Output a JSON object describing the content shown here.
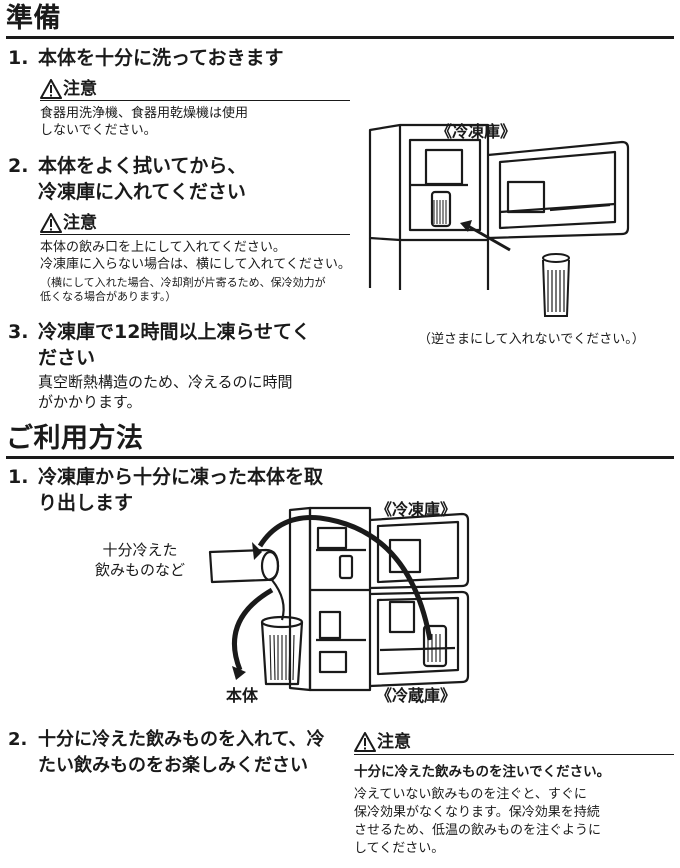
{
  "prep": {
    "title": "準備",
    "step1": {
      "num": "1.",
      "text": "本体を十分に洗っておきます"
    },
    "caution1": {
      "label": "注意",
      "lines": [
        "食器用洗浄機、食器用乾燥機は使用",
        "しないでください。"
      ]
    },
    "step2": {
      "num": "2.",
      "lines": [
        "本体をよく拭いてから、",
        "冷凍庫に入れてください"
      ]
    },
    "caution2": {
      "label": "注意",
      "lines": [
        "本体の飲み口を上にして入れてください。",
        "冷凍庫に入らない場合は、横にして入れてください。"
      ],
      "note": [
        "（横にして入れた場合、冷却剤が片寄るため、保冷効力が",
        "低くなる場合があります。）"
      ]
    },
    "step3": {
      "num": "3.",
      "lines": [
        "冷凍庫で12時間以上凍らせてく",
        "ださい"
      ]
    },
    "step3_body": [
      "真空断熱構造のため、冷えるのに時間",
      "がかかります。"
    ],
    "figure": {
      "label": "《冷凍庫》",
      "caption": "（逆さまにして入れないでください。）"
    }
  },
  "usage": {
    "title": "ご利用方法",
    "step1": {
      "num": "1.",
      "lines": [
        "冷凍庫から十分に凍った本体を取",
        "り出します"
      ]
    },
    "figure": {
      "freezer_label": "《冷凍庫》",
      "fridge_label": "《冷蔵庫》",
      "drink_label": [
        "十分冷えた",
        "飲みものなど"
      ],
      "body_label": "本体"
    },
    "step2": {
      "num": "2.",
      "lines": [
        "十分に冷えた飲みものを入れて、冷",
        "たい飲みものをお楽しみください"
      ]
    },
    "caution": {
      "label": "注意",
      "headline": "十分に冷えた飲みものを注いでください。",
      "lines": [
        "冷えていない飲みものを注ぐと、すぐに",
        "保冷効果がなくなります。保冷効果を持続",
        "させるため、低温の飲みものを注ぐように",
        "してください。"
      ]
    }
  }
}
